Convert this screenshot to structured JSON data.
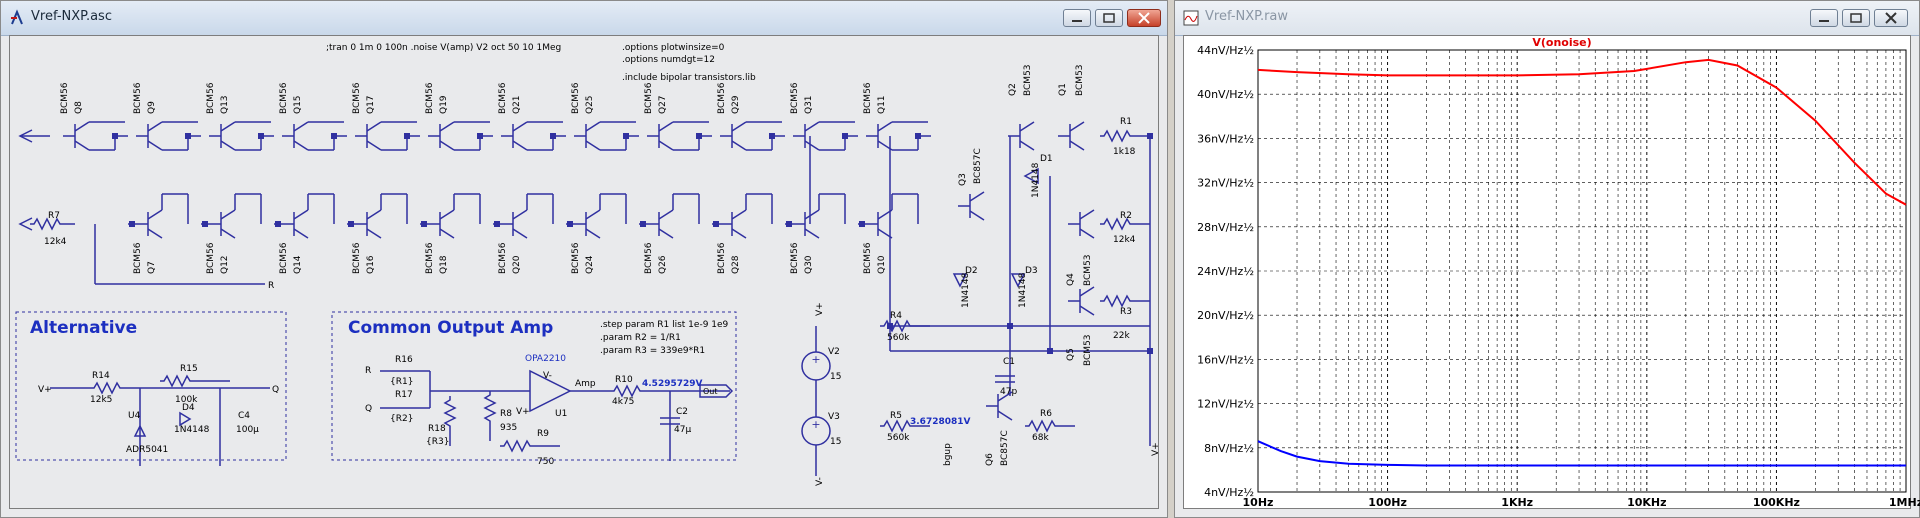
{
  "schematic_window": {
    "title": "Vref-NXP.asc",
    "directives": {
      "tran_noise": ";tran 0 1m 0 100n    .noise V(amp) V2 oct 50 10 1Meg",
      "opt1": ".options plotwinsize=0",
      "opt2": ".options numdgt=12",
      "include": ".include bipolar transistors.lib",
      "step": ".step param R1 list 1e-9 1e9",
      "param2": ".param R2 = 1/R1",
      "param3": ".param R3 = 339e9*R1"
    },
    "top_transistors": [
      {
        "model": "BCM56",
        "ref": "Q8"
      },
      {
        "model": "BCM56",
        "ref": "Q9"
      },
      {
        "model": "BCM56",
        "ref": "Q13"
      },
      {
        "model": "BCM56",
        "ref": "Q15"
      },
      {
        "model": "BCM56",
        "ref": "Q17"
      },
      {
        "model": "BCM56",
        "ref": "Q19"
      },
      {
        "model": "BCM56",
        "ref": "Q21"
      },
      {
        "model": "BCM56",
        "ref": "Q25"
      },
      {
        "model": "BCM56",
        "ref": "Q27"
      },
      {
        "model": "BCM56",
        "ref": "Q29"
      },
      {
        "model": "BCM56",
        "ref": "Q31"
      },
      {
        "model": "BCM56",
        "ref": "Q11"
      }
    ],
    "bottom_transistors": [
      {
        "model": "BCM56",
        "ref": "Q7"
      },
      {
        "model": "BCM56",
        "ref": "Q12"
      },
      {
        "model": "BCM56",
        "ref": "Q14"
      },
      {
        "model": "BCM56",
        "ref": "Q16"
      },
      {
        "model": "BCM56",
        "ref": "Q18"
      },
      {
        "model": "BCM56",
        "ref": "Q20"
      },
      {
        "model": "BCM56",
        "ref": "Q24"
      },
      {
        "model": "BCM56",
        "ref": "Q26"
      },
      {
        "model": "BCM56",
        "ref": "Q28"
      },
      {
        "model": "BCM56",
        "ref": "Q30"
      },
      {
        "model": "BCM56",
        "ref": "Q10"
      }
    ],
    "right_labels": {
      "q2": "Q2",
      "q2m": "BCM53",
      "q1": "Q1",
      "q1m": "BCM53",
      "q3": "Q3",
      "q3m": "BC857C",
      "d1": "D1",
      "d1m": "1N4148",
      "r1": "R1",
      "r1v": "1k18",
      "q4": "Q4",
      "q4m": "BCM53",
      "r2": "R2",
      "r2v": "12k4",
      "d2": "D2",
      "d2m": "1N4148",
      "d3": "D3",
      "d3m": "1N4148",
      "r4": "R4",
      "r4v": "560k",
      "q5": "Q5",
      "q5m": "BCM53",
      "r3": "R3",
      "r3v": "22k",
      "c1": "C1",
      "c1v": "47p",
      "r5": "R5",
      "r5v": "560k",
      "bgnode": "3.6728081V",
      "q6": "Q6",
      "q6m": "BC857C",
      "r6": "R6",
      "r6v": "68k",
      "bgup": "bgup",
      "v2": "V2",
      "v2v": "15",
      "v3": "V3",
      "v3v": "15",
      "vplus_top": "V+",
      "vminus": "V-",
      "vplus_right": "V+"
    },
    "left_labels": {
      "r7": "R7",
      "r7v": "12k4",
      "r_net": "R"
    },
    "alternative": {
      "heading": "Alternative",
      "vin": "V+",
      "r14": "R14",
      "r14v": "12k5",
      "r15": "R15",
      "r15v": "100k",
      "d4": "D4",
      "d4m": "1N4148",
      "c4": "C4",
      "c4v": "100µ",
      "u4": "U4",
      "u4m": "ADR5041",
      "q": "Q"
    },
    "amp": {
      "heading": "Common Output Amp",
      "opamp": "OPA2210",
      "u1": "U1",
      "vplus": "V+",
      "vminus": "V-",
      "r_in": "R",
      "q_in": "Q",
      "r16": "R16",
      "r16v": "{R1}",
      "r17": "R17",
      "r17v": "{R2}",
      "r18": "R18",
      "r18v": "{R3}",
      "r8": "R8",
      "r8v": "935",
      "r9": "R9",
      "r9v": "750",
      "r10": "R10",
      "r10v": "4k75",
      "amp_net": "Amp",
      "vout": "4.5295729V",
      "out": "Out",
      "c2": "C2",
      "c2v": "47µ"
    }
  },
  "plot_window": {
    "title": "Vref-NXP.raw",
    "chart_data": {
      "type": "line",
      "title": "V(onoise)",
      "x_scale": "log",
      "x_ticks": [
        "10Hz",
        "100Hz",
        "1KHz",
        "10KHz",
        "100KHz",
        "1MHz"
      ],
      "y_ticks": [
        "4nV/Hz½",
        "8nV/Hz½",
        "12nV/Hz½",
        "16nV/Hz½",
        "20nV/Hz½",
        "24nV/Hz½",
        "28nV/Hz½",
        "32nV/Hz½",
        "36nV/Hz½",
        "40nV/Hz½",
        "44nV/Hz½"
      ],
      "xlim_hz": [
        10,
        1000000
      ],
      "ylim_nv": [
        4,
        44
      ],
      "grid": true,
      "series": [
        {
          "color": "#ff0000",
          "x": [
            10,
            20,
            50,
            100,
            200,
            500,
            1000,
            3000,
            8000,
            20000,
            30000,
            50000,
            100000,
            200000,
            400000,
            700000,
            1000000
          ],
          "y": [
            42.2,
            42.0,
            41.8,
            41.7,
            41.7,
            41.7,
            41.7,
            41.8,
            42.1,
            42.9,
            43.1,
            42.6,
            40.6,
            37.6,
            33.8,
            31.0,
            30.0
          ]
        },
        {
          "color": "#0000ff",
          "x": [
            10,
            15,
            20,
            30,
            50,
            100,
            200,
            500,
            1000,
            10000,
            100000,
            1000000
          ],
          "y": [
            8.6,
            7.7,
            7.2,
            6.8,
            6.55,
            6.45,
            6.4,
            6.4,
            6.4,
            6.4,
            6.4,
            6.4
          ]
        }
      ]
    }
  }
}
